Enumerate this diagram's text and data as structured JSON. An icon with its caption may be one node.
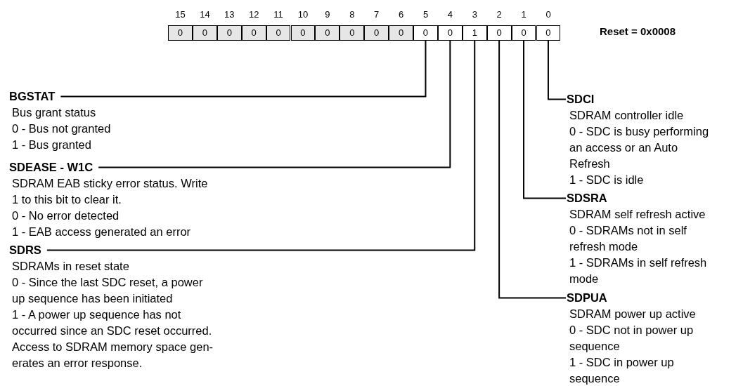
{
  "diagram": {
    "nodes": [
      {
        "text": [
          "0"
        ],
        "beside": [
          "15"
        ]
      },
      {
        "text": [
          "0"
        ],
        "beside": [
          "14"
        ]
      },
      {
        "text": [
          "0"
        ],
        "beside": [
          "13"
        ]
      },
      {
        "text": [
          "0"
        ],
        "beside": [
          "12"
        ]
      },
      {
        "text": [
          "0"
        ],
        "beside": [
          "11"
        ]
      },
      {
        "text": [
          "0"
        ],
        "beside": [
          "10"
        ]
      },
      {
        "text": [
          "0"
        ],
        "beside": [
          "9"
        ]
      },
      {
        "text": [
          "0"
        ],
        "beside": [
          "8"
        ]
      },
      {
        "text": [
          "0"
        ],
        "beside": [
          "7"
        ]
      },
      {
        "text": [
          "0"
        ],
        "beside": [
          "6"
        ]
      },
      {
        "text": [
          "0"
        ],
        "beside": [
          "5"
        ]
      },
      {
        "text": [
          "0"
        ],
        "beside": [
          "4"
        ]
      },
      {
        "text": [
          "1"
        ],
        "beside": [
          "3"
        ]
      },
      {
        "text": [
          "0"
        ],
        "beside": [
          "2"
        ]
      },
      {
        "text": [
          "0"
        ],
        "beside": [
          "1"
        ]
      },
      {
        "text": [
          "0"
        ],
        "beside": [
          "0"
        ]
      },
      {
        "text": [
          "BGSTAT",
          "Bus grant status",
          "0 - Bus not granted",
          "1 - Bus granted"
        ]
      },
      {
        "text": [
          "SDEASE - W1C",
          "SDRAM EAB sticky error status. Write 1 to this bit to clear it.",
          "0 - No error detected",
          "1 - EAB access generated an error"
        ]
      },
      {
        "text": [
          "SDRS",
          "SDRAMs in reset state",
          "0 - Since the last SDC reset, a power up sequence has been initiated",
          "1 - A power up sequence has not occurred since an SDC reset occurred. Access to SDRAM memory space gen-erates an error response."
        ]
      },
      {
        "text": [
          "SDCI",
          "SDRAM controller idle",
          "0 - SDC is busy performing an access or an Auto Refresh",
          "1 - SDC is idle"
        ]
      },
      {
        "text": [
          "SDSRA",
          "SDRAM self refresh active",
          "0 - SDRAMs not in self refresh mode",
          "1 - SDRAMs in self refresh mode"
        ]
      },
      {
        "text": [
          "SDPUA",
          "SDRAM power up active",
          "0 - SDC not in power up sequence",
          "1 - SDC in power up sequence"
        ]
      }
    ],
    "edges": [
      {
        "from": 10,
        "to": 16,
        "arrow": "none"
      },
      {
        "from": 11,
        "to": 17,
        "arrow": "none"
      },
      {
        "from": 12,
        "to": 18,
        "arrow": "none"
      },
      {
        "from": 15,
        "to": 19,
        "arrow": "none"
      },
      {
        "from": 14,
        "to": 20,
        "arrow": "none"
      },
      {
        "from": 13,
        "to": 21,
        "arrow": "none"
      }
    ],
    "labels": [
      "Reset = 0x0008"
    ]
  }
}
